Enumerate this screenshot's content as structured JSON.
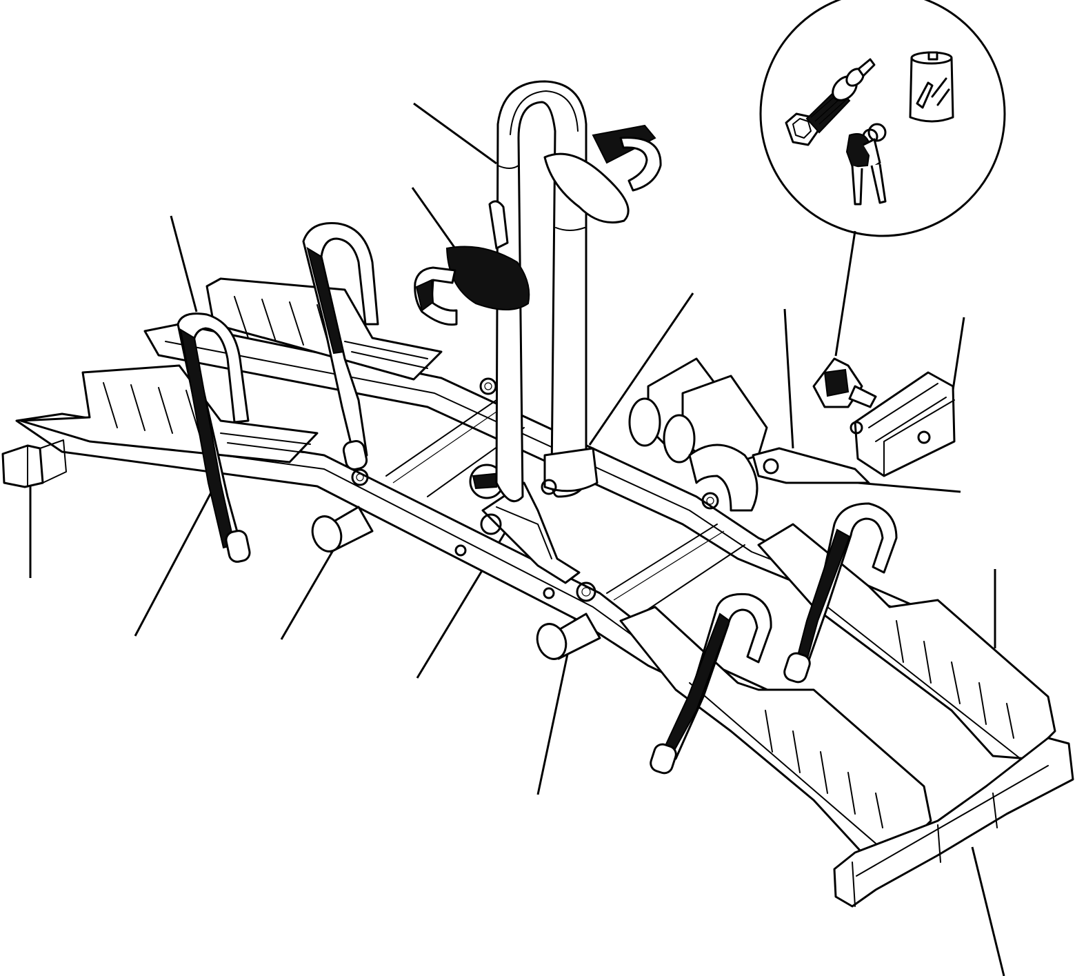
{
  "figure": {
    "kind": "exploded-parts-diagram",
    "background": "#ffffff",
    "ink": "#000000",
    "parts": [
      {
        "id": "upright-arm",
        "icon": "u-bar-icon"
      },
      {
        "id": "frame-holder-strap",
        "icon": "frame-clamp-icon"
      },
      {
        "id": "wheel-strap-rear-left",
        "icon": "ratchet-strap-icon"
      },
      {
        "id": "end-cap-left",
        "icon": "end-cap-icon"
      },
      {
        "id": "wheel-strap-front-left",
        "icon": "ratchet-strap-icon"
      },
      {
        "id": "hitch-tube",
        "icon": "tube-icon"
      },
      {
        "id": "tilt-lever",
        "icon": "lever-icon"
      },
      {
        "id": "frame-bolt",
        "icon": "bolt-icon"
      },
      {
        "id": "arm-lock-knob",
        "icon": "knob-icon"
      },
      {
        "id": "hitch-pin-lock-set",
        "icon": "lock-kit-icon"
      },
      {
        "id": "hitch-clamp-knob",
        "icon": "knob-icon"
      },
      {
        "id": "hitch-coupler",
        "icon": "coupler-icon"
      },
      {
        "id": "clamp-handle",
        "icon": "handle-icon"
      },
      {
        "id": "wheel-tray-right",
        "icon": "wheel-tray-icon"
      },
      {
        "id": "tail-light-bar",
        "icon": "light-bar-icon"
      }
    ]
  }
}
